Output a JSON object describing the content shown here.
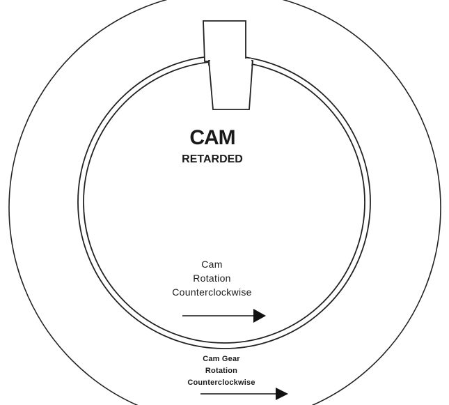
{
  "diagram": {
    "title": "CAM",
    "subtitle": "RETARDED",
    "cam_rotation": {
      "line1": "Cam",
      "line2": "Rotation",
      "line3": "Counterclockwise"
    },
    "gear_rotation": {
      "line1": "Cam Gear",
      "line2": "Rotation",
      "line3": "Counterclockwise"
    }
  }
}
